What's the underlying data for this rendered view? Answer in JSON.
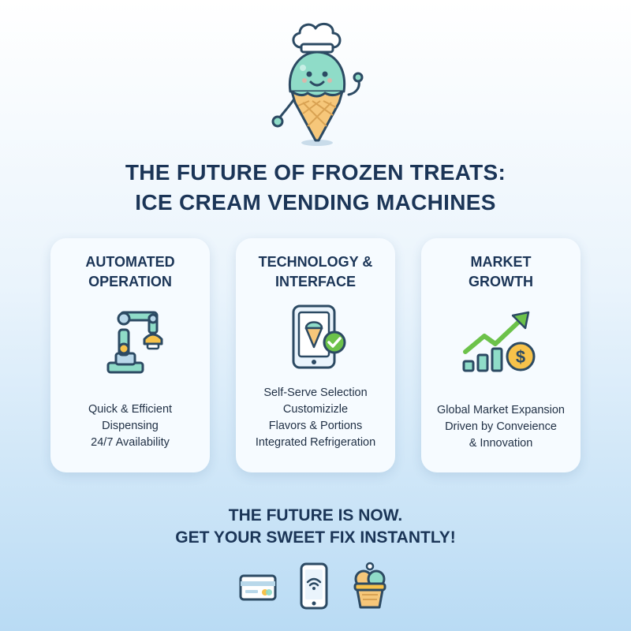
{
  "mascot": {
    "icon": "ice-cream-chef-mascot-icon"
  },
  "title": {
    "line1": "THE FUTURE OF FROZEN TREATS:",
    "line2": "ICE CREAM VENDING MACHINES"
  },
  "cards": [
    {
      "heading": [
        "AUTOMATED",
        "OPERATION"
      ],
      "icon": "robotic-arm-icon",
      "body": [
        "Quick & Efficient",
        "Dispensing",
        "24/7 Availability"
      ]
    },
    {
      "heading": [
        "TECHNOLOGY &",
        "INTERFACE"
      ],
      "icon": "tablet-checkmark-icon",
      "body": [
        "Self-Serve Selection",
        "Customizizle",
        "Flavors & Portions",
        "Integrated Refrigeration"
      ]
    },
    {
      "heading": [
        "MARKET",
        "GROWTH"
      ],
      "icon": "growth-chart-dollar-icon",
      "body": [
        "Global Market Expansion",
        "Driven by Conveience",
        "& Innovation"
      ]
    }
  ],
  "footer": {
    "line1": "THE FUTURE IS NOW.",
    "line2": "GET YOUR SWEET FIX INSTANTLY!"
  },
  "bottom_icons": [
    "credit-card-icon",
    "contactless-phone-icon",
    "ice-cream-cup-icon"
  ],
  "colors": {
    "navy": "#1b3557",
    "mint": "#8fdcc8",
    "outline": "#2c4a63",
    "cone": "#f6c77a",
    "green": "#6cc24a",
    "gold": "#f7c24a",
    "card": "#f6fbff"
  }
}
